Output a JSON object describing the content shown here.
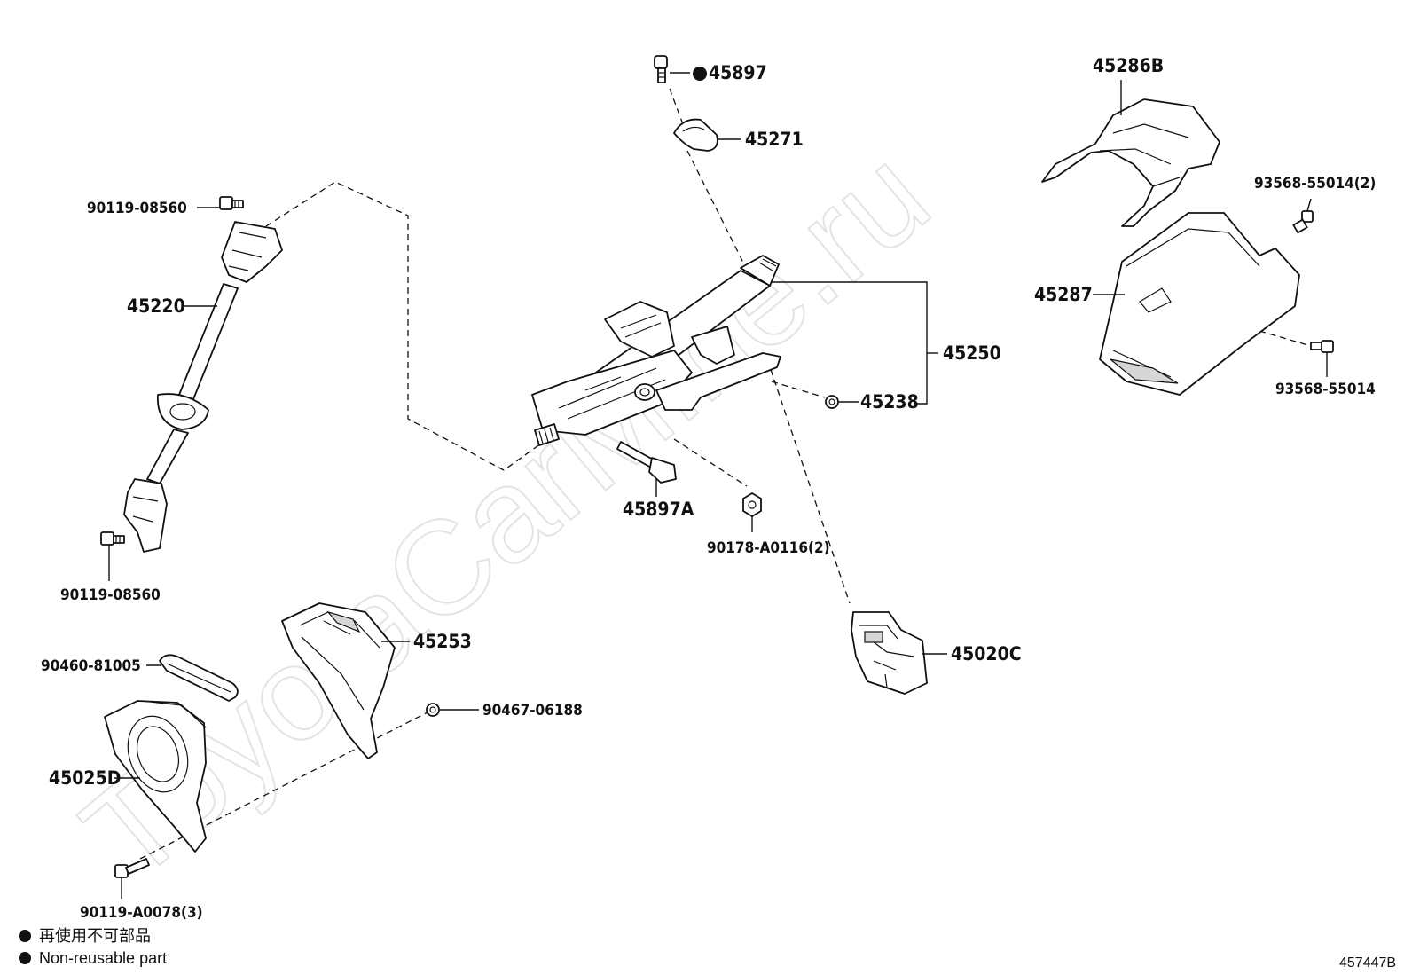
{
  "watermark": "ToyotaCarMine.ru",
  "figure_number": "457447B",
  "legend": {
    "symbol_name": "filled-circle",
    "line_jp": "再使用不可部品",
    "line_en": "Non-reusable part"
  },
  "labels": {
    "p45897": "45897",
    "p45271": "45271",
    "p45286B": "45286B",
    "p93568_2": "93568-55014(2)",
    "p90119_top": "90119-08560",
    "p45220": "45220",
    "p45287": "45287",
    "p45250": "45250",
    "p93568": "93568-55014",
    "p45238": "45238",
    "p45897A": "45897A",
    "p90178": "90178-A0116(2)",
    "p90119_bot": "90119-08560",
    "p45253": "45253",
    "p45020C": "45020C",
    "p90460": "90460-81005",
    "p90467": "90467-06188",
    "p45025D": "45025D",
    "p90119_a": "90119-A0078(3)"
  }
}
